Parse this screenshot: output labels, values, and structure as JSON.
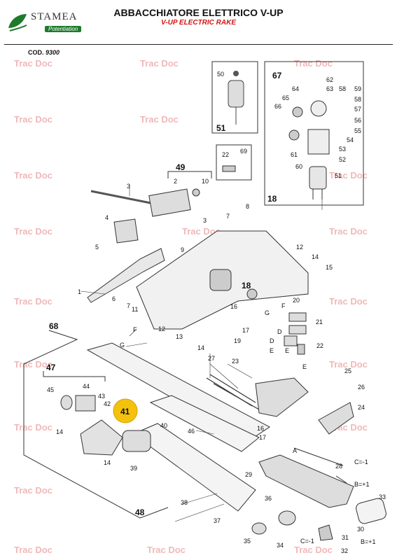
{
  "header": {
    "title": "ABBACCHIATORE ELETTRICO V-UP",
    "subtitle": "V-UP ELECTRIC RAKE",
    "code_label": "COD.",
    "code_value": "9300"
  },
  "logo": {
    "brand": "STAMEA",
    "tagline": "Potentiation"
  },
  "watermark": "Trac Doc",
  "colors": {
    "highlight": "#f4c20d",
    "watermark": "#f0b8b8",
    "accent_red": "#d01515"
  },
  "parts": {
    "p1": "1",
    "p2": "2",
    "p3a": "3",
    "p3b": "3",
    "p4": "4",
    "p5": "5",
    "p6": "6",
    "p7a": "7",
    "p7b": "7",
    "p8": "8",
    "p9": "9",
    "p10": "10",
    "p11": "11",
    "p12a": "12",
    "p12b": "12",
    "p13": "13",
    "p14a": "14",
    "p14b": "14",
    "p14c": "14",
    "p14d": "14",
    "p15": "15",
    "p16a": "16",
    "p16b": "16",
    "p17a": "17",
    "p17b": "17",
    "p18a": "18",
    "p18b": "18",
    "p19": "19",
    "p20": "20",
    "p21": "21",
    "p22a": "22",
    "p22b": "22",
    "p23": "23",
    "p24": "24",
    "p25": "25",
    "p26": "26",
    "p27": "27",
    "p28": "28",
    "p29": "29",
    "p30": "30",
    "p31": "31",
    "p32": "32",
    "p33": "33",
    "p34": "34",
    "p35": "35",
    "p36": "36",
    "p37": "37",
    "p38": "38",
    "p39": "39",
    "p40": "40",
    "p41": "41",
    "p42": "42",
    "p43": "43",
    "p44": "44",
    "p45": "45",
    "p46": "46",
    "p47": "47",
    "p48": "48",
    "p49": "49",
    "p50": "50",
    "p51a": "51",
    "p51b": "51",
    "p52": "52",
    "p53": "53",
    "p54": "54",
    "p55": "55",
    "p56": "56",
    "p57": "57",
    "p58a": "58",
    "p58b": "58",
    "p59": "59",
    "p60": "60",
    "p61": "61",
    "p62": "62",
    "p63": "63",
    "p64": "64",
    "p65": "65",
    "p66": "66",
    "p67": "67",
    "p68": "68",
    "p69": "69"
  },
  "connectors": {
    "A": "A",
    "B_plus": "B=+1",
    "B_plus2": "B=+1",
    "C_minus": "C=-1",
    "C_minus2": "C=-1",
    "D": "D",
    "D2": "D",
    "E": "E",
    "E2": "E",
    "E3": "E",
    "F": "F",
    "F2": "F",
    "G": "G",
    "G2": "G"
  }
}
